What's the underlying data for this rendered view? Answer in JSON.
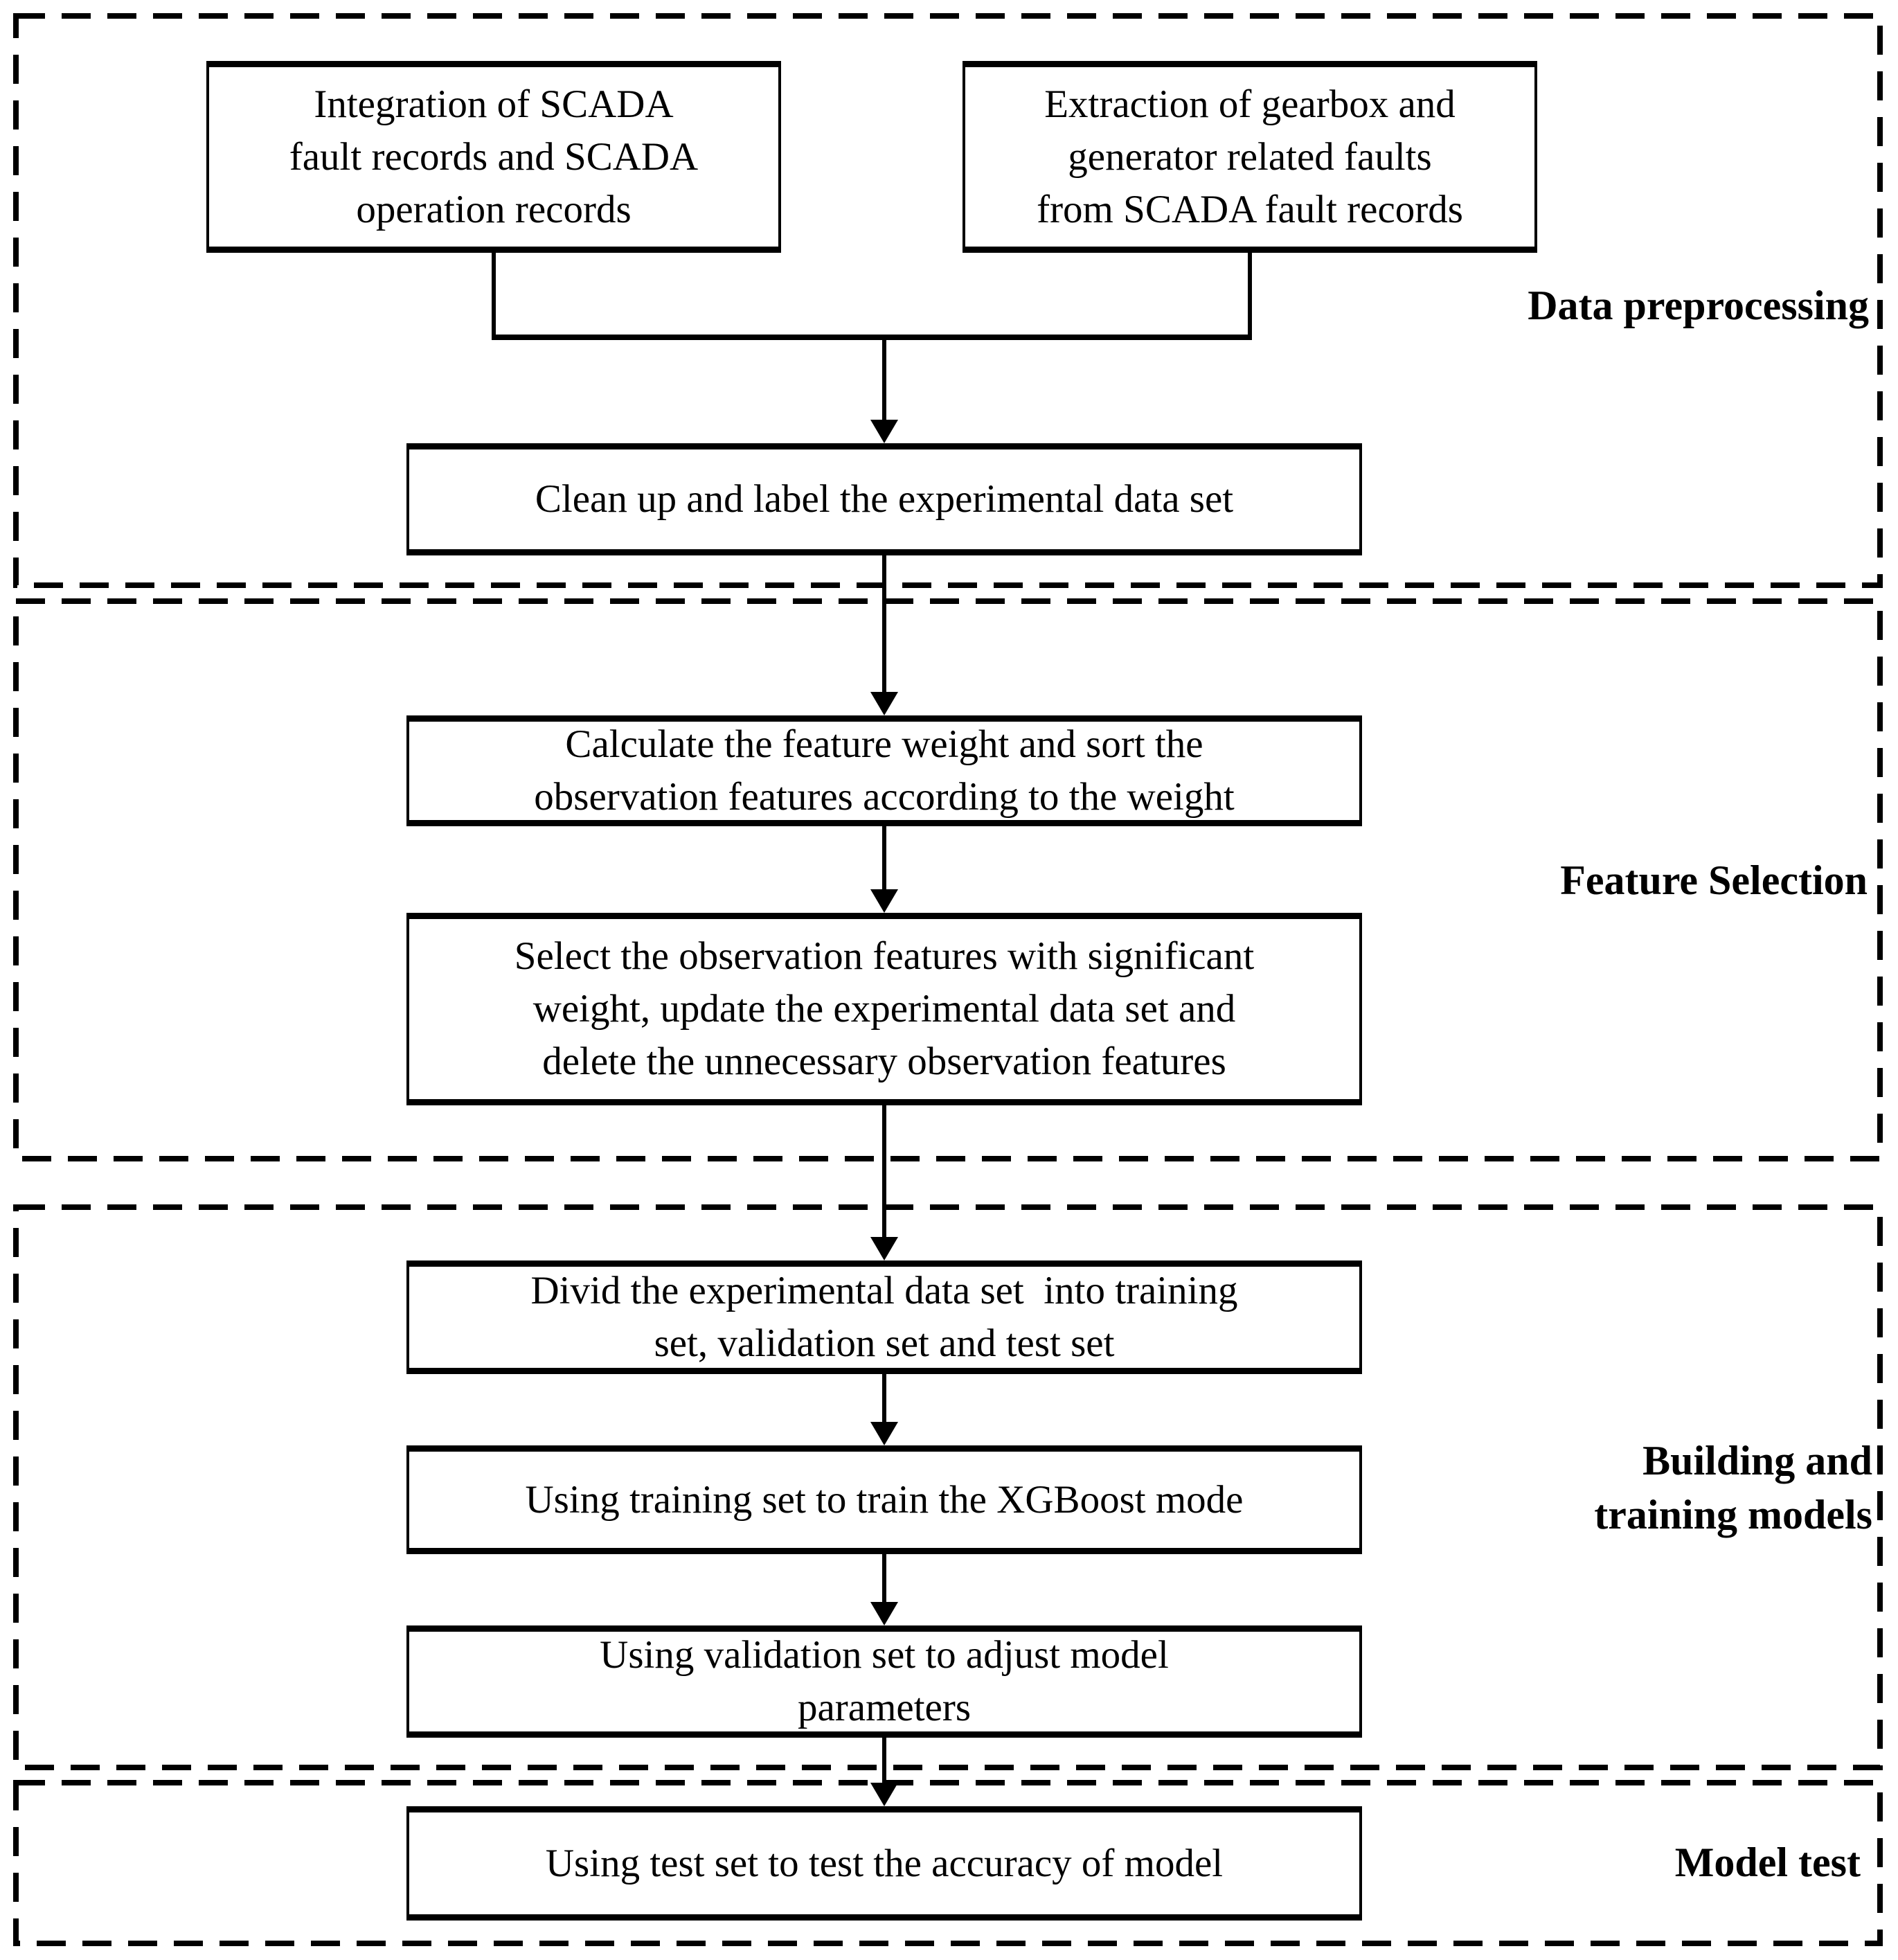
{
  "colors": {
    "background": "#ffffff",
    "ink": "#000000"
  },
  "sections": [
    {
      "label": "Data preprocessing",
      "boxes": {
        "integration": {
          "text": "Integration of SCADA\nfault records and SCADA\noperation records"
        },
        "extraction": {
          "text": "Extraction of gearbox and\ngenerator related faults\nfrom SCADA fault records"
        },
        "clean": {
          "text": "Clean up and label the experimental data set"
        }
      }
    },
    {
      "label": "Feature Selection",
      "boxes": {
        "calculate": {
          "text": "Calculate the feature weight and sort the\nobservation features according to the weight"
        },
        "select": {
          "text": "Select the observation features with significant\nweight, update the experimental data set and\ndelete the unnecessary observation features"
        }
      }
    },
    {
      "label": "Building and\ntraining models",
      "boxes": {
        "divide": {
          "text": "Divid the experimental data set  into training\nset, validation set and test set"
        },
        "train": {
          "text": "Using training set to train the XGBoost mode"
        },
        "validate": {
          "text": "Using validation set to adjust model\nparameters"
        }
      }
    },
    {
      "label": "Model test",
      "boxes": {
        "test": {
          "text": "Using test set to test the accuracy of model"
        }
      }
    }
  ]
}
